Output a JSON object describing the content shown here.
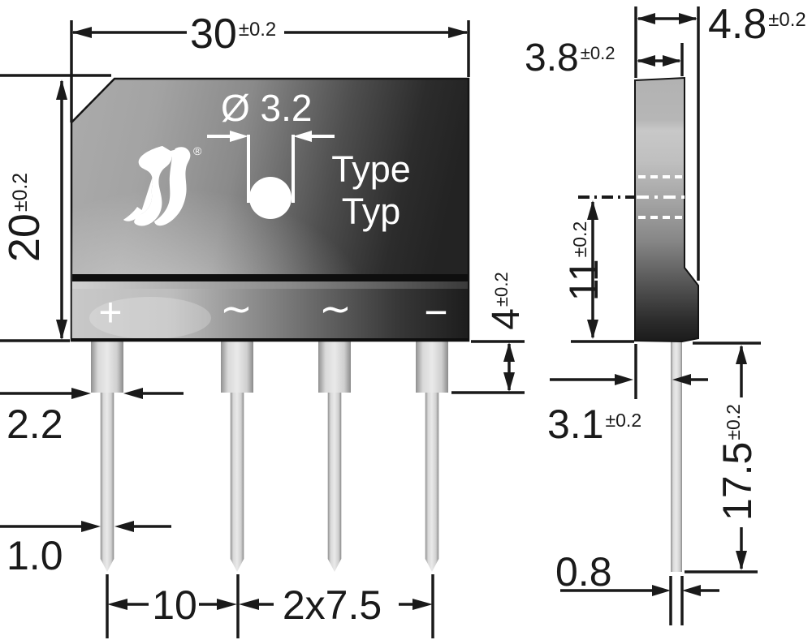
{
  "front_view": {
    "body_width": {
      "value": "30",
      "tol": "±0.2"
    },
    "body_height": {
      "value": "20",
      "tol": "±0.2"
    },
    "hole_diameter": {
      "value": "Ø 3.2"
    },
    "type_marking": {
      "line1": "Type",
      "line2": "Typ"
    },
    "logo_registered_mark": "®",
    "terminals": [
      "+",
      "∼",
      "∼",
      "−"
    ],
    "standoff_height": {
      "value": "4",
      "tol": "±0.2"
    },
    "lead_width_upper": {
      "value": "2.2"
    },
    "lead_width_lower": {
      "value": "1.0"
    },
    "lead_pitch_outer": {
      "value": "10"
    },
    "lead_pitch_inner": {
      "value": "2x7.5"
    }
  },
  "side_view": {
    "body_thickness": {
      "value": "3.8",
      "tol": "±0.2"
    },
    "overall_thickness": {
      "value": "4.8",
      "tol": "±0.2"
    },
    "hole_center_height": {
      "value": "11",
      "tol": "±0.2"
    },
    "lead_offset": {
      "value": "3.1",
      "tol": "±0.2"
    },
    "lead_length": {
      "value": "17.5",
      "tol": "±0.2"
    },
    "lead_thickness": {
      "value": "0.8"
    }
  },
  "colors": {
    "dimension_lines": "#1a1a1a",
    "body_light": "#b5b5b5",
    "body_dark": "#232323",
    "marking": "#ffffff",
    "background": "#ffffff"
  }
}
